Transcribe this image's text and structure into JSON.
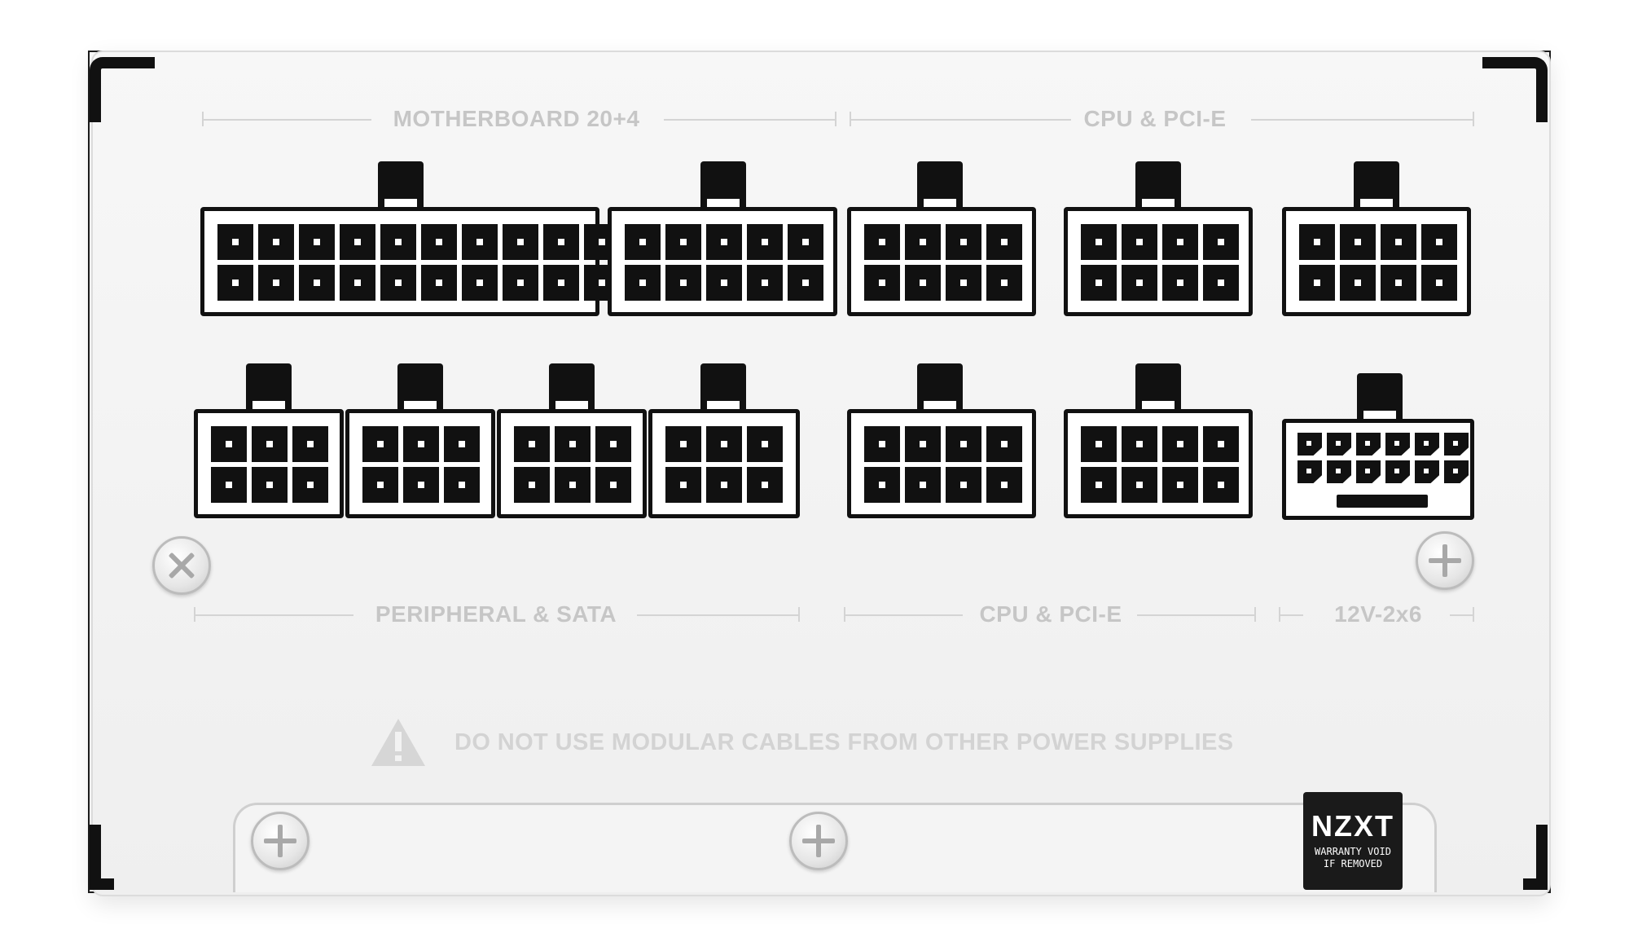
{
  "labels": {
    "motherboard": "MOTHERBOARD 20+4",
    "cpu_pcie_top": "CPU & PCI-E",
    "peripheral": "PERIPHERAL & SATA",
    "cpu_pcie_bottom": "CPU & PCI-E",
    "connector_12v": "12V-2x6"
  },
  "warning": {
    "icon": "warning-triangle-icon",
    "text": "DO NOT USE MODULAR CABLES FROM OTHER POWER SUPPLIES"
  },
  "sticker": {
    "brand": "NZXT",
    "line1": "WARRANTY VOID",
    "line2": "IF REMOVED"
  },
  "colors": {
    "panel": "#f2f2f2",
    "connector_outline": "#111111",
    "label_text": "#c6c6c6",
    "sticker_bg": "#1a1a1a"
  }
}
